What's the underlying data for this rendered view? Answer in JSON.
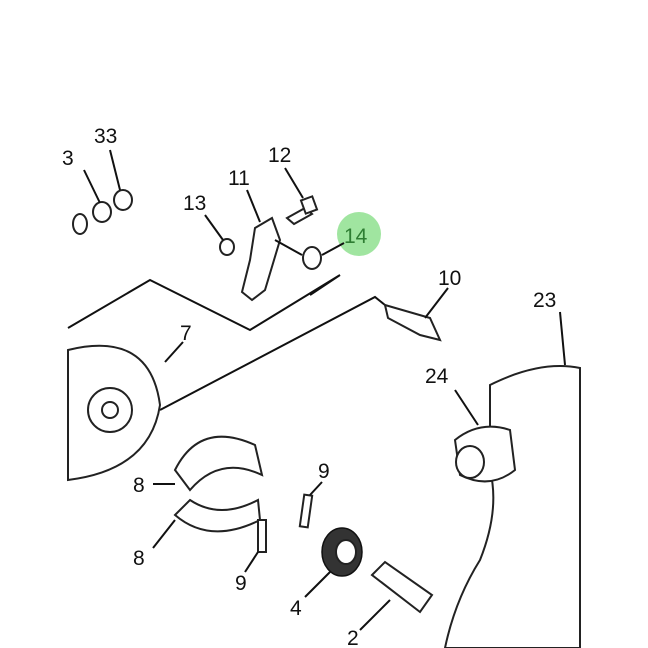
{
  "diagram": {
    "highlight_color": "#8fe08f",
    "highlight_text_color": "#2e7d32",
    "labels": {
      "part_33_cut": "3",
      "part_33": "33",
      "part_12": "12",
      "part_11": "11",
      "part_13": "13",
      "part_14": "14",
      "part_10": "10",
      "part_7": "7",
      "part_23": "23",
      "part_24": "24",
      "part_8_top": "8",
      "part_8_bottom": "8",
      "part_9_right": "9",
      "part_9_left": "9",
      "part_4": "4",
      "part_2": "2"
    }
  }
}
